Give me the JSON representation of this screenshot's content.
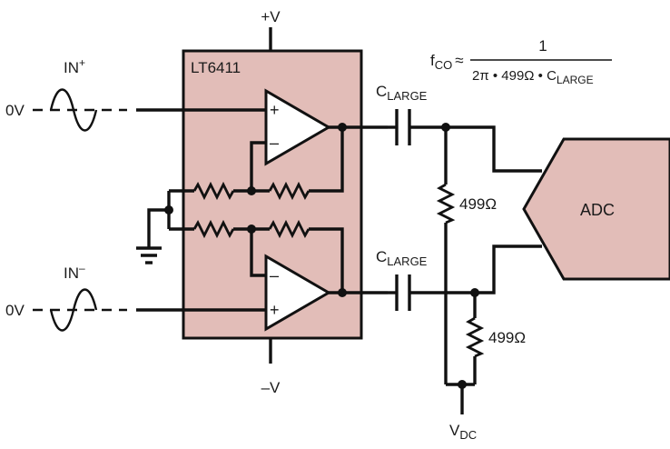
{
  "labels": {
    "pos_supply": "+V",
    "neg_supply": "–V",
    "chip_name": "LT6411",
    "in_plus": "IN",
    "in_plus_sup": "+",
    "in_minus": "IN",
    "in_minus_sup": "–",
    "zero_volt_top": "0V",
    "zero_volt_bottom": "0V",
    "cap_top": "C",
    "cap_top_sub": "LARGE",
    "cap_bottom": "C",
    "cap_bottom_sub": "LARGE",
    "res_top": "499Ω",
    "res_bottom": "499Ω",
    "adc": "ADC",
    "vdc": "V",
    "vdc_sub": "DC",
    "opamp_top_plus": "+",
    "opamp_top_minus": "–",
    "opamp_bottom_minus": "–",
    "opamp_bottom_plus": "+"
  },
  "formula": {
    "lhs": "f",
    "lhs_sub": "CO",
    "approx": "≈",
    "numerator": "1",
    "denominator_main": "2π • 499Ω • C",
    "denominator_sub": "LARGE"
  },
  "colors": {
    "chip_fill": "#e2bdb8",
    "adc_fill": "#e2bdb8",
    "line": "#111111"
  }
}
